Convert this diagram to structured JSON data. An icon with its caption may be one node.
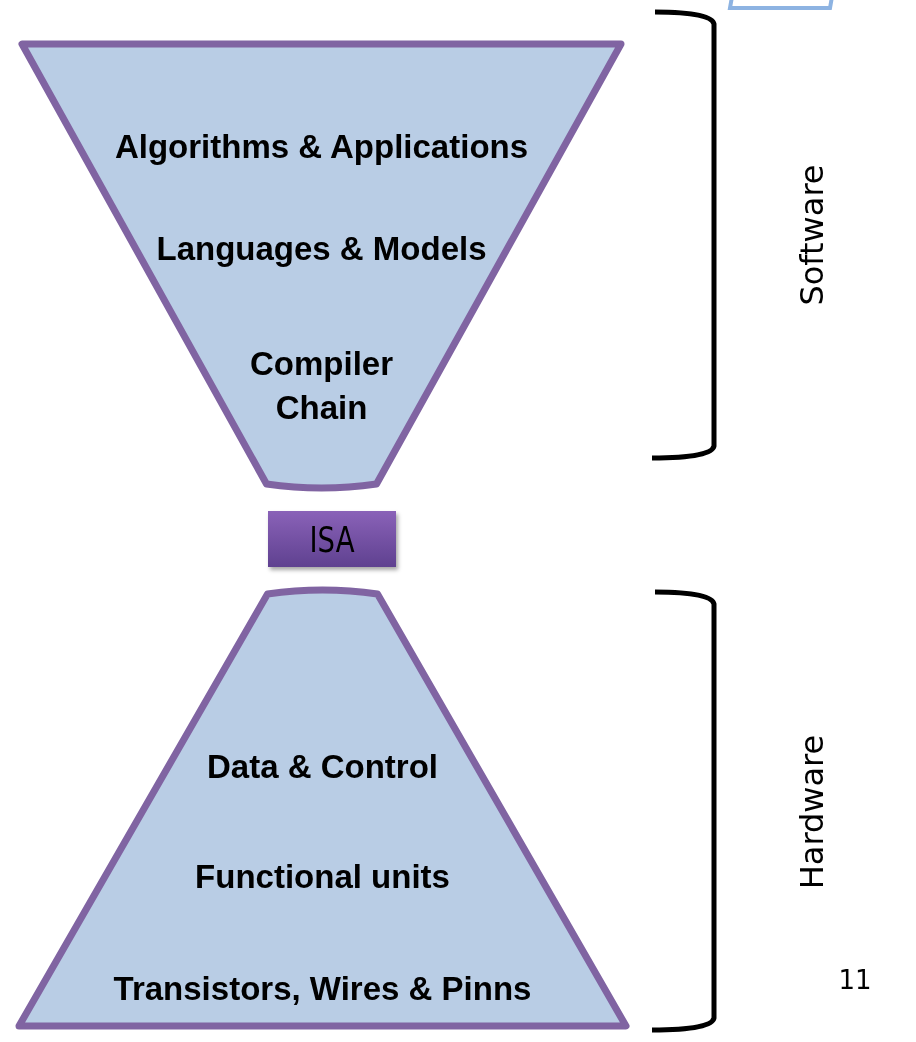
{
  "diagram": {
    "nodes": [
      {
        "text": [
          "Algorithms & Applications",
          "Languages & Models",
          "Compiler Chain"
        ]
      },
      {
        "text": [
          "ISA"
        ]
      },
      {
        "text": [
          "Data & Control",
          "Functional units",
          "Transistors, Wires & Pinns"
        ]
      },
      {
        "text": [],
        "shape": "box"
      }
    ],
    "edges": [],
    "labels": [
      "Software",
      "Hardware",
      "11"
    ]
  }
}
